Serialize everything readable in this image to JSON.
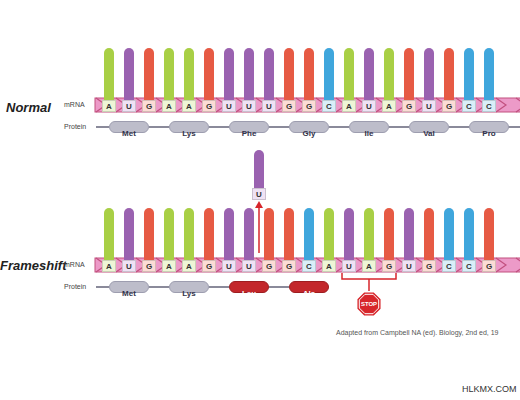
{
  "diagram": {
    "caption": "Adapted from Campbell NA (ed). Biology, 2nd ed, 19",
    "nodes": [
      {
        "text": [
          "A"
        ]
      },
      {
        "text": [
          "U"
        ]
      },
      {
        "text": [
          "G"
        ]
      },
      {
        "text": [
          "A"
        ]
      },
      {
        "text": [
          "A"
        ]
      },
      {
        "text": [
          "G"
        ]
      },
      {
        "text": [
          "U"
        ]
      },
      {
        "text": [
          "U"
        ]
      },
      {
        "text": [
          "U"
        ]
      },
      {
        "text": [
          "G"
        ]
      },
      {
        "text": [
          "G"
        ]
      },
      {
        "text": [
          "C"
        ]
      },
      {
        "text": [
          "A"
        ]
      },
      {
        "text": [
          "U"
        ]
      },
      {
        "text": [
          "A"
        ]
      },
      {
        "text": [
          "G"
        ]
      },
      {
        "text": [
          "U"
        ]
      },
      {
        "text": [
          "G"
        ]
      },
      {
        "text": [
          "C"
        ]
      },
      {
        "text": [
          "C"
        ]
      },
      {
        "text": [
          "Met"
        ]
      },
      {
        "text": [
          "Lys"
        ]
      },
      {
        "text": [
          "Phe"
        ]
      },
      {
        "text": [
          "Gly"
        ]
      },
      {
        "text": [
          "Ile"
        ]
      },
      {
        "text": [
          "Val"
        ]
      },
      {
        "text": [
          "Pro"
        ]
      },
      {
        "text": [
          "U"
        ]
      },
      {
        "text": [
          "A"
        ]
      },
      {
        "text": [
          "U"
        ]
      },
      {
        "text": [
          "G"
        ]
      },
      {
        "text": [
          "A"
        ]
      },
      {
        "text": [
          "A"
        ]
      },
      {
        "text": [
          "G"
        ]
      },
      {
        "text": [
          "U"
        ]
      },
      {
        "text": [
          "U"
        ]
      },
      {
        "text": [
          "G"
        ]
      },
      {
        "text": [
          "G"
        ]
      },
      {
        "text": [
          "C"
        ]
      },
      {
        "text": [
          "A"
        ]
      },
      {
        "text": [
          "U"
        ]
      },
      {
        "text": [
          "A"
        ]
      },
      {
        "text": [
          "G"
        ]
      },
      {
        "text": [
          "U"
        ]
      },
      {
        "text": [
          "G"
        ]
      },
      {
        "text": [
          "C"
        ]
      },
      {
        "text": [
          "C"
        ]
      },
      {
        "text": [
          "G"
        ]
      },
      {
        "text": [
          "Met"
        ]
      },
      {
        "text": [
          "Lys"
        ]
      },
      {
        "text": [
          "Leu"
        ]
      },
      {
        "text": [
          "Ala"
        ]
      },
      {
        "text": [
          "STOP"
        ]
      }
    ],
    "edges": [
      {
        "from": 20,
        "to": 21,
        "arrow": "none"
      },
      {
        "from": 21,
        "to": 22,
        "arrow": "none"
      },
      {
        "from": 22,
        "to": 23,
        "arrow": "none"
      },
      {
        "from": 23,
        "to": 24,
        "arrow": "none"
      },
      {
        "from": 24,
        "to": 25,
        "arrow": "none"
      },
      {
        "from": 25,
        "to": 26,
        "arrow": "none"
      },
      {
        "from": 48,
        "to": 49,
        "arrow": "none"
      },
      {
        "from": 49,
        "to": 50,
        "arrow": "none"
      },
      {
        "from": 50,
        "to": 51,
        "arrow": "none"
      }
    ],
    "labels": [
      "Normal",
      "mRNA",
      "Protein",
      "Frameshift",
      "mRNA",
      "Protein",
      "HLKMX.COM"
    ]
  }
}
